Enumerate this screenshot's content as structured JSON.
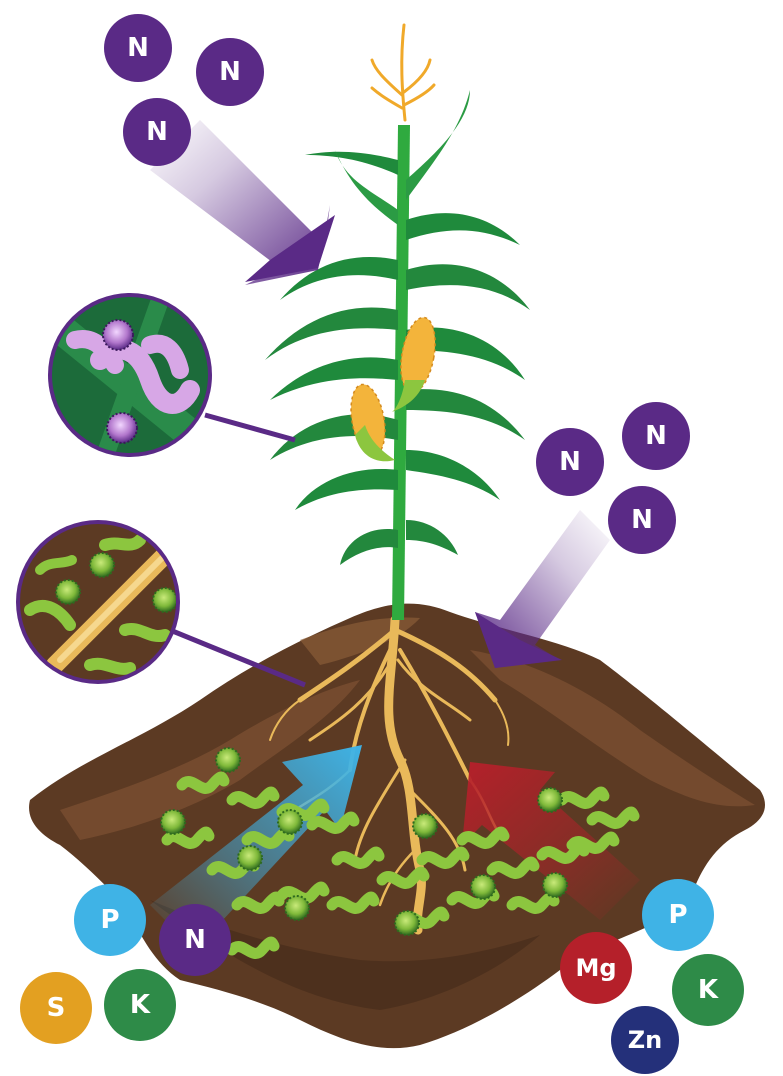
{
  "palette": {
    "nitrogen": "#5a2a86",
    "phosphorus": "#3fb3e6",
    "potassium": "#2e8b48",
    "sulfur": "#e3a021",
    "magnesium": "#b5202a",
    "zinc": "#24307a",
    "soil": "#5c3a23",
    "leaf": "#1f8a3c",
    "stalk": "#2faa3f",
    "root": "#e9b95a",
    "microbe": "#8cc63f"
  },
  "nutrients": {
    "top_left": [
      {
        "symbol": "N",
        "key": "nitrogen"
      },
      {
        "symbol": "N",
        "key": "nitrogen"
      },
      {
        "symbol": "N",
        "key": "nitrogen"
      }
    ],
    "right": [
      {
        "symbol": "N",
        "key": "nitrogen"
      },
      {
        "symbol": "N",
        "key": "nitrogen"
      },
      {
        "symbol": "N",
        "key": "nitrogen"
      }
    ],
    "bottom_left": [
      {
        "symbol": "P",
        "key": "phosphorus"
      },
      {
        "symbol": "N",
        "key": "nitrogen"
      },
      {
        "symbol": "S",
        "key": "sulfur"
      },
      {
        "symbol": "K",
        "key": "potassium"
      }
    ],
    "bottom_right": [
      {
        "symbol": "P",
        "key": "phosphorus"
      },
      {
        "symbol": "Mg",
        "key": "magnesium"
      },
      {
        "symbol": "K",
        "key": "potassium"
      },
      {
        "symbol": "Zn",
        "key": "zinc"
      }
    ]
  },
  "icons": [
    "leaf-microbe-inset-icon",
    "root-microbe-inset-icon",
    "corn-plant-icon",
    "soil-mound-icon"
  ]
}
